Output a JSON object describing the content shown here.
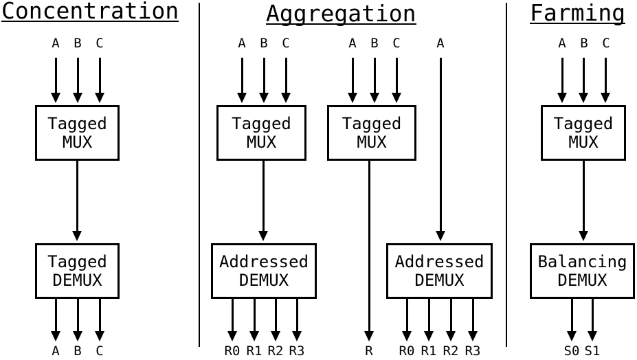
{
  "colors": {
    "background": "#ffffff",
    "ink": "#000000"
  },
  "sections": {
    "concentration": {
      "title": "Concentration",
      "inputs": [
        "A",
        "B",
        "C"
      ],
      "mux": {
        "l1": "Tagged",
        "l2": "MUX"
      },
      "demux": {
        "l1": "Tagged",
        "l2": "DEMUX"
      },
      "outputs": [
        "A",
        "B",
        "C"
      ]
    },
    "aggregation": {
      "title": "Aggregation",
      "g1_inputs": [
        "A",
        "B",
        "C"
      ],
      "g1_mux": {
        "l1": "Tagged",
        "l2": "MUX"
      },
      "g1_demux": {
        "l1": "Addressed",
        "l2": "DEMUX"
      },
      "g1_outputs": [
        "R0",
        "R1",
        "R2",
        "R3"
      ],
      "g2_inputs": [
        "A",
        "B",
        "C"
      ],
      "g2_mux": {
        "l1": "Tagged",
        "l2": "MUX"
      },
      "g2_mux_output": "R",
      "g2_demux_input": "A",
      "g2_demux": {
        "l1": "Addressed",
        "l2": "DEMUX"
      },
      "g2_outputs": [
        "R0",
        "R1",
        "R2",
        "R3"
      ]
    },
    "farming": {
      "title": "Farming",
      "inputs": [
        "A",
        "B",
        "C"
      ],
      "mux": {
        "l1": "Tagged",
        "l2": "MUX"
      },
      "demux": {
        "l1": "Balancing",
        "l2": "DEMUX"
      },
      "outputs": [
        "S0",
        "S1"
      ]
    }
  }
}
